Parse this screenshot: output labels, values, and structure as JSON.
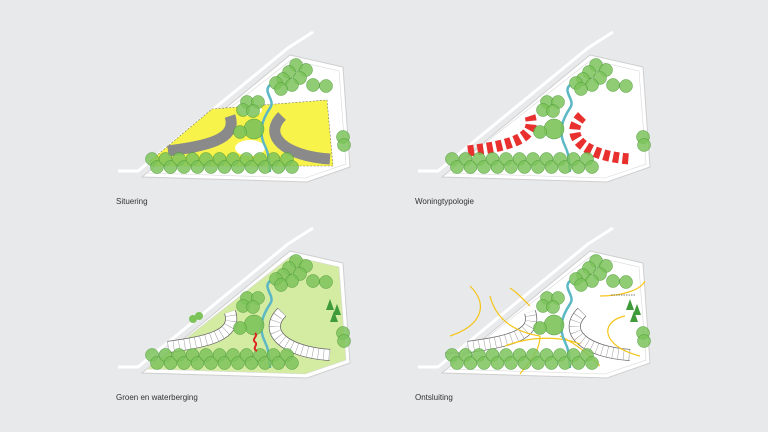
{
  "panels": [
    {
      "id": "situering",
      "label": "Situering"
    },
    {
      "id": "woningtypologie",
      "label": "Woningtypologie"
    },
    {
      "id": "groen",
      "label": "Groen en waterberging"
    },
    {
      "id": "ontsluiting",
      "label": "Ontsluiting"
    }
  ],
  "colors": {
    "background": "#e8e9eb",
    "tree": "#7cc35a",
    "water": "#5bb8c4",
    "building_gray": "#8a8a8a",
    "building_red": "#e8312f",
    "zone_yellow": "#f7f34a",
    "green_area": "#d3eca2",
    "path_yellow": "#f5c518"
  }
}
